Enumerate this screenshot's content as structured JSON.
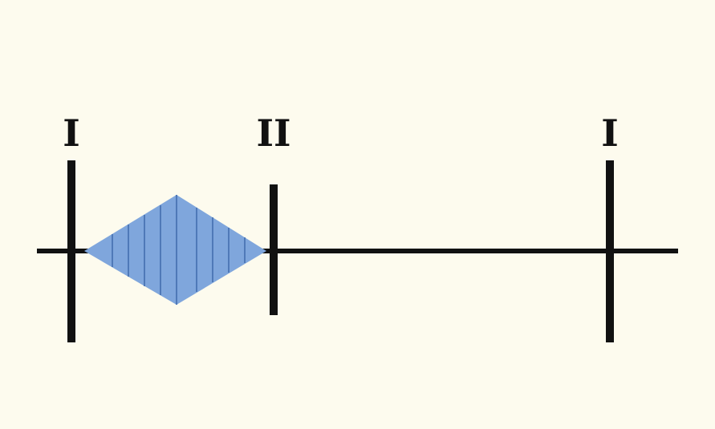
{
  "labels": {
    "left": "I",
    "middle": "II",
    "right": "I"
  },
  "colors": {
    "background": "#fdfbee",
    "line": "#111111",
    "shape_fill": "#7fa6dc",
    "shape_stripe": "#4f79b8"
  }
}
